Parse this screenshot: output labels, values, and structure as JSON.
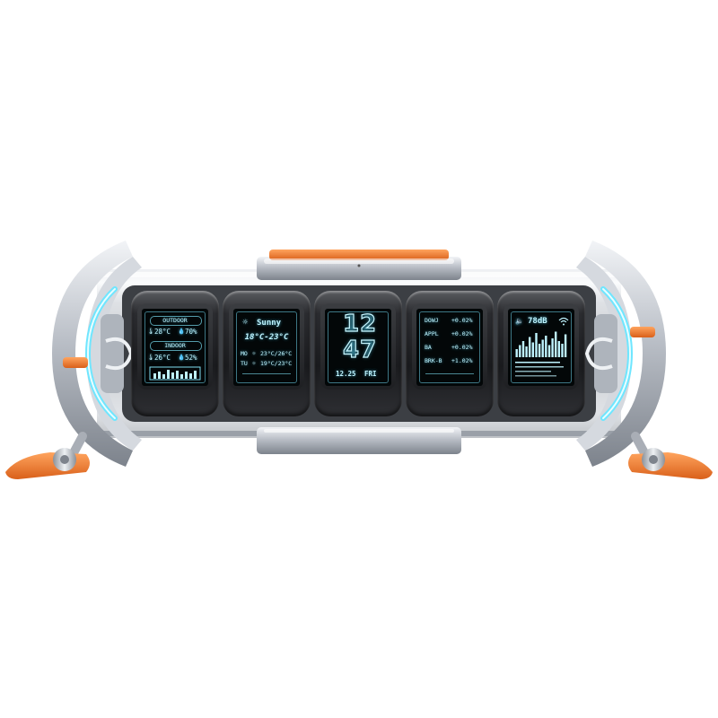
{
  "device": {
    "colors": {
      "accent": "#f07b2a",
      "glow": "#6fe6ff",
      "metal": "#c9ced6",
      "screen_bg": "#030708"
    }
  },
  "screens": {
    "weather_compare": {
      "outdoor_label": "OUTDOOR",
      "outdoor_temp": "28°C",
      "outdoor_humidity": "70%",
      "indoor_label": "INDOOR",
      "indoor_temp": "26°C",
      "indoor_humidity": "52%",
      "icons": [
        "thermometer-icon",
        "humidity-drop-icon",
        "bar-graph-icon"
      ]
    },
    "forecast": {
      "condition": "Sunny",
      "temp_range": "18°C-23°C",
      "days": [
        {
          "day": "MO",
          "range": "23°C/26°C"
        },
        {
          "day": "TU",
          "range": "19°C/23°C"
        }
      ],
      "icons": [
        "sun-icon"
      ]
    },
    "clock": {
      "hour_digits": [
        "1",
        "2"
      ],
      "minute_digits": [
        "4",
        "7"
      ],
      "date": "12.25",
      "weekday": "FRI"
    },
    "stocks": {
      "rows": [
        {
          "symbol": "DOWJ",
          "change": "+0.02%"
        },
        {
          "symbol": "APPL",
          "change": "+0.02%"
        },
        {
          "symbol": "BA",
          "change": "+0.02%"
        },
        {
          "symbol": "BRK-B",
          "change": "+1.02%"
        }
      ]
    },
    "audio": {
      "level": "78dB",
      "icons": [
        "speaker-icon",
        "wifi-icon",
        "equalizer-icon"
      ],
      "eq_levels": [
        0.3,
        0.45,
        0.6,
        0.4,
        0.75,
        0.55,
        0.9,
        0.5,
        0.65,
        0.8,
        0.45,
        0.7,
        0.95,
        0.6,
        0.5,
        0.85
      ]
    }
  }
}
